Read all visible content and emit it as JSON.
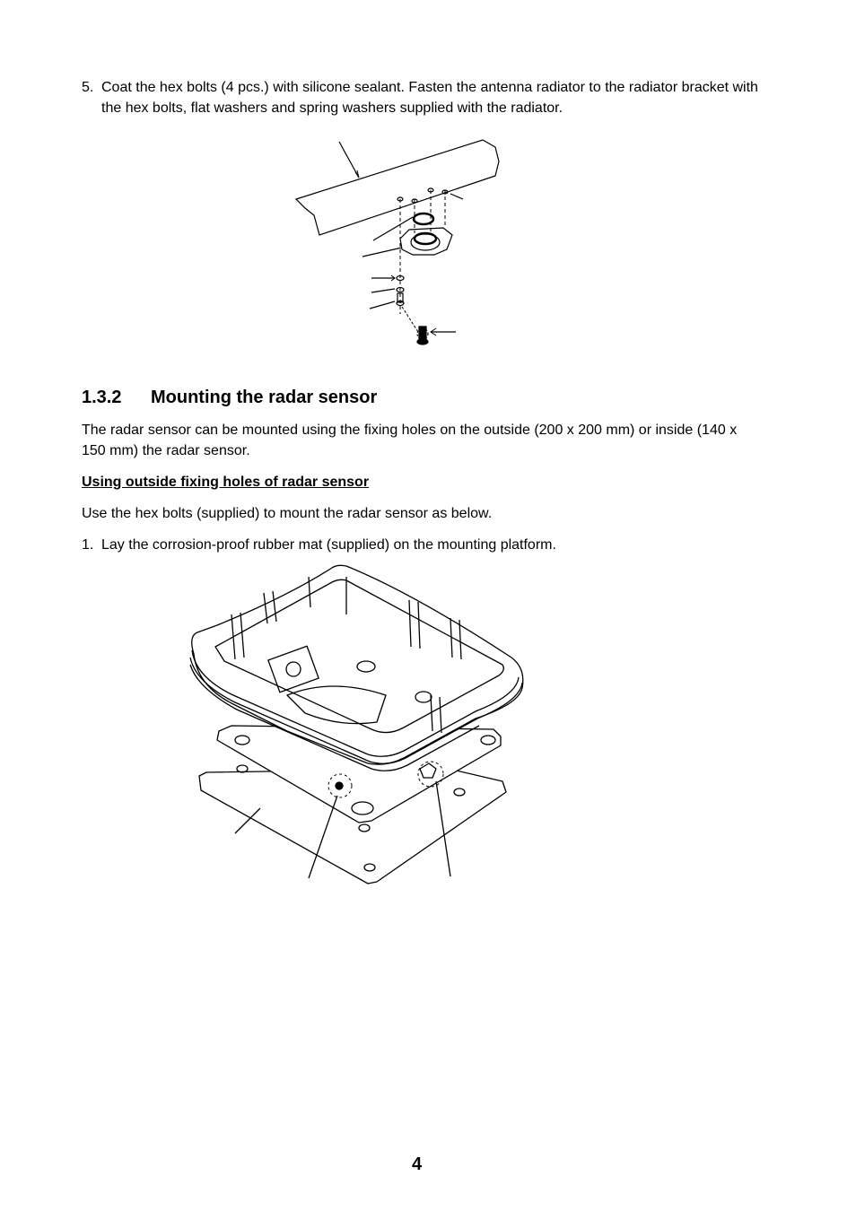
{
  "step5": {
    "number": "5.",
    "text": "Coat the hex bolts (4 pcs.) with silicone sealant. Fasten the antenna radiator to the radiator bracket with the hex bolts, flat washers and spring washers supplied with the radiator."
  },
  "section": {
    "number": "1.3.2",
    "title": "Mounting the radar sensor",
    "intro": "The radar sensor can be mounted using the fixing holes on the outside (200 x 200 mm) or inside (140 x 150 mm) the radar sensor.",
    "subheading": "Using outside fixing holes of radar sensor",
    "instruction": "Use the hex bolts (supplied) to mount the radar sensor as below."
  },
  "step1": {
    "number": "1.",
    "text": "Lay the corrosion-proof rubber mat (supplied) on the mounting platform."
  },
  "page_number": "4"
}
